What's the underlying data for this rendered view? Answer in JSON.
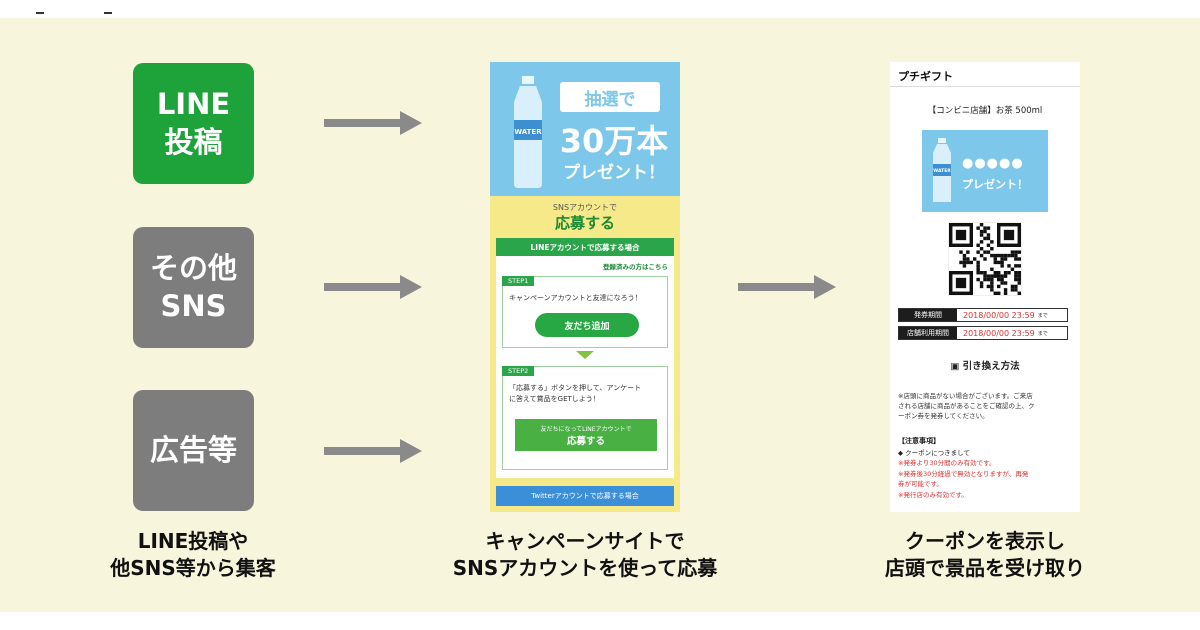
{
  "sources": [
    {
      "line1": "LINE",
      "line2": "投稿",
      "color": "#1ea33a"
    },
    {
      "line1": "その他",
      "line2": "SNS",
      "color": "#7d7d7d"
    },
    {
      "line1": "広告等",
      "line2": "",
      "color": "#7d7d7d"
    }
  ],
  "captions": {
    "left": [
      "LINE投稿や",
      "他SNS等から集客"
    ],
    "middle": [
      "キャンペーンサイトで",
      "SNSアカウントを使って応募"
    ],
    "right": [
      "クーポンを表示し",
      "店頭で景品を受け取り"
    ]
  },
  "campaign_site": {
    "bottle_label": "WATER",
    "lottery": "抽選で",
    "amount": "30万本",
    "present": "プレゼント！",
    "sns_small": "SNSアカウントで",
    "apply_heading": "応募する",
    "line_section_title": "LINEアカウントで応募する場合",
    "registered_link": "登録済みの方はこちら",
    "step1_tag": "STEP1",
    "step1_text": "キャンペーンアカウントと友達になろう！",
    "friend_button": "友だち追加",
    "step2_tag": "STEP2",
    "step2_text_line1": "「応募する」ボタンを押して、アンケート",
    "step2_text_line2": "に答えて賞品をGETしよう！",
    "apply_button_small": "友だちになってLINEアカウントで",
    "apply_button_big": "応募する",
    "twitter_section_title": "Twitterアカウントで応募する場合"
  },
  "coupon": {
    "title": "プチギフト",
    "product": "【コンビニ店舗】お茶 500ml",
    "banner_bottle_label": "WATER",
    "banner_dots": "●●●●●",
    "banner_present": "プレゼント！",
    "period_label": "発券期間",
    "period_value": "2018/00/00 23:59",
    "store_label": "店舗利用期間",
    "store_value": "2018/00/00 23:59",
    "unit": "まで",
    "exchange_title": "引き換え方法",
    "note_line1": "※店頭に商品がない場合がございます。ご来店",
    "note_line2": "される店舗に商品があることをご確認の上、ク",
    "note_line3": "ーポン券を発券してください。",
    "caution_title": "【注意事項】",
    "caution_item": "◆ クーポンにつきまして",
    "caution_red1": "※発券より30分間のみ有効です。",
    "caution_red2": "※発券後30分経過で無効となりますが、再発",
    "caution_red3": "券が可能です。",
    "caution_red4": "※発行店のみ有効です。"
  }
}
